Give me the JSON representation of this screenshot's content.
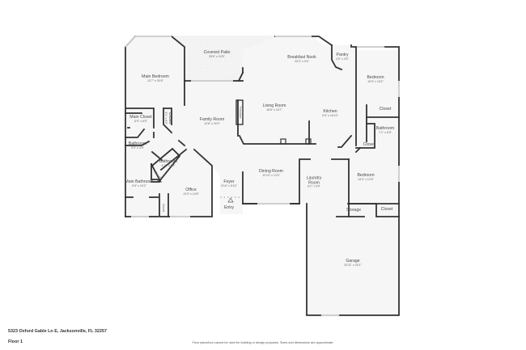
{
  "property": {
    "address": "5323 Oxford Gable Ln E, Jacksonville, FL 32257",
    "floor": "Floor 1",
    "disclaimer": "Floor plans/tour cannot be used for building or design purposes. Sizes and dimensions are approximate."
  },
  "colors": {
    "background": "#ffffff",
    "floor_fill": "#f5f5f5",
    "wall": "#333333",
    "window": "#cfcfcf",
    "patio_fill": "#f2f2f2",
    "label": "#4a4a4a"
  },
  "rooms": [
    {
      "name": "Covered Patio",
      "dims": "25'0\" x 10'5\""
    },
    {
      "name": "Main Bedroom",
      "dims": "12'7\" x 20'8\""
    },
    {
      "name": "Breakfast Nook",
      "dims": "20'3\" x 9'4\""
    },
    {
      "name": "Pantry",
      "dims": "4'0\" x 3'0\""
    },
    {
      "name": "Bedroom",
      "dims": "10'9\" x 15'2\""
    },
    {
      "name": "Closet",
      "dims": ""
    },
    {
      "name": "Living Room",
      "dims": "16'6\" x 15'7\""
    },
    {
      "name": "Kitchen",
      "dims": "9'4\" x 16'10\""
    },
    {
      "name": "Main Closet",
      "dims": "6'9\" x 6'5\""
    },
    {
      "name": "Closet",
      "dims": "3'1\" x 6'3\""
    },
    {
      "name": "Family Room",
      "dims": "13'8\" x 20'0\""
    },
    {
      "name": "Fireplace",
      "dims": ""
    },
    {
      "name": "Bathroom",
      "dims": "7'1\" x 6'9\""
    },
    {
      "name": "Closet",
      "dims": ""
    },
    {
      "name": "Bathroom",
      "dims": "5'0\" x 4'9\""
    },
    {
      "name": "Bathroom",
      "dims": "4'11\" x 6'9\""
    },
    {
      "name": "Closet",
      "dims": ""
    },
    {
      "name": "Main Bathroom",
      "dims": "9'5\" x 19'2\""
    },
    {
      "name": "Office",
      "dims": "13'4\" x 14'6\""
    },
    {
      "name": "Closet",
      "dims": ""
    },
    {
      "name": "Foyer",
      "dims": "5'10\" x 5'10\""
    },
    {
      "name": "Dining Room",
      "dims": "12'10\" x 13'4\""
    },
    {
      "name": "Laundry Room",
      "dims": "6'1\" x 9'9\""
    },
    {
      "name": "Bedroom",
      "dims": "14'3\" x 12'6\""
    },
    {
      "name": "Storage",
      "dims": ""
    },
    {
      "name": "Closet",
      "dims": ""
    },
    {
      "name": "Garage",
      "dims": "20'11\" x 25'1\""
    }
  ],
  "entry": {
    "label": "Entry",
    "icon": "entry-arrow-icon"
  }
}
